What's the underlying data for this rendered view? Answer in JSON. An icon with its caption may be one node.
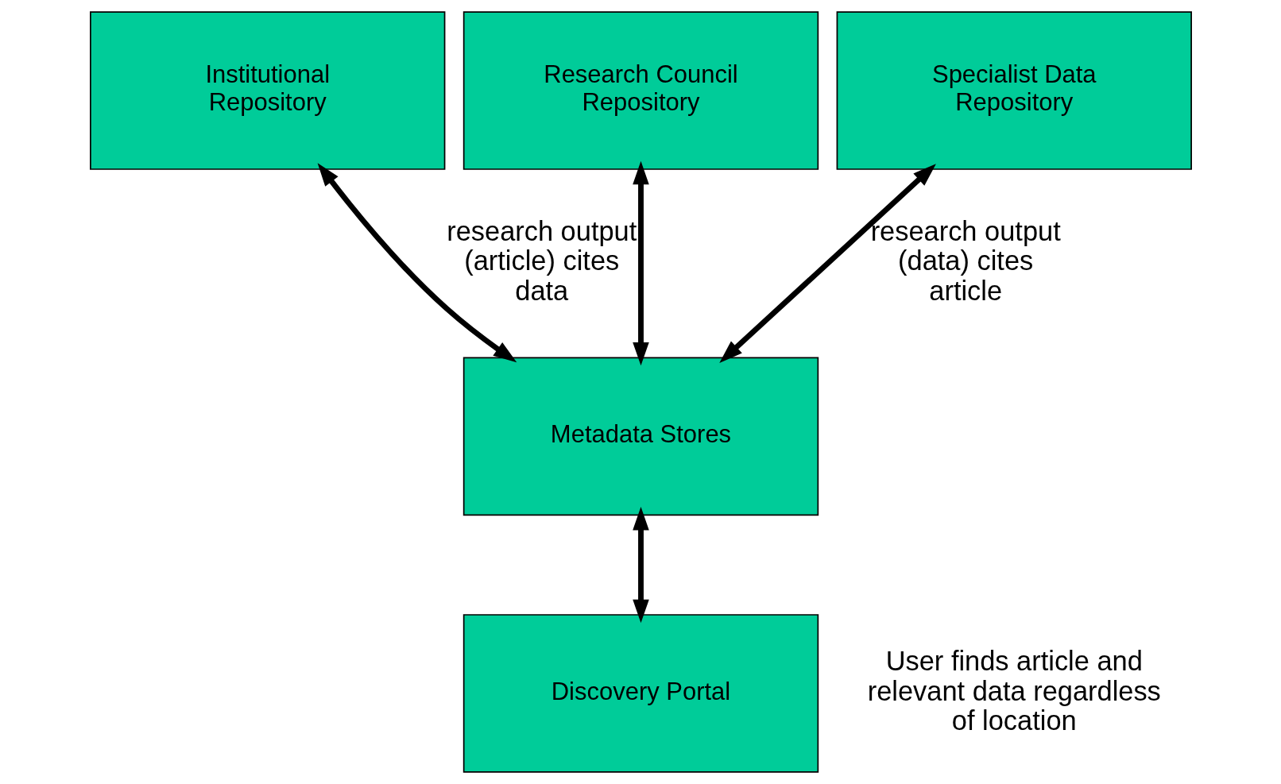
{
  "diagram": {
    "nodes": [
      {
        "text": [
          "Institutional Repository"
        ]
      },
      {
        "text": [
          "Research Council Repository"
        ]
      },
      {
        "text": [
          "Specialist Data Repository"
        ]
      },
      {
        "text": [
          "Metadata Stores"
        ]
      },
      {
        "text": [
          "Discovery Portal"
        ],
        "beside": [
          "User finds article and relevant data regardless of location"
        ]
      }
    ],
    "edges": [
      {
        "from": 0,
        "to": 3,
        "arrow": "both",
        "label": "research output (article) cites data"
      },
      {
        "from": 1,
        "to": 3,
        "arrow": "both"
      },
      {
        "from": 2,
        "to": 3,
        "arrow": "both",
        "label": "research output (data) cites article"
      },
      {
        "from": 3,
        "to": 4,
        "arrow": "both"
      }
    ]
  }
}
